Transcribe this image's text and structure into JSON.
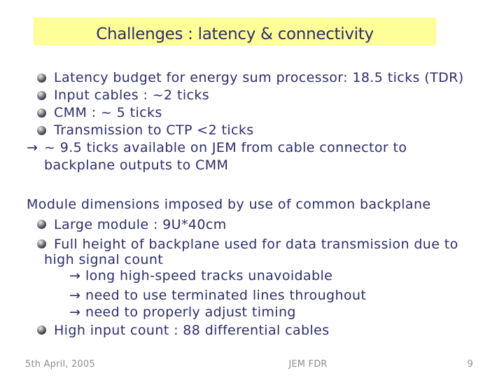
{
  "slide": {
    "title": "Challenges : latency & connectivity",
    "sections": [
      {
        "rows": [
          {
            "type": "b",
            "text": "Latency budget for energy sum processor: 18.5 ticks (TDR)"
          },
          {
            "type": "b",
            "text": "Input cables : ~2 ticks"
          },
          {
            "type": "b",
            "text": "CMM : ~ 5 ticks"
          },
          {
            "type": "b",
            "text": "Transmission to CTP <2 ticks"
          },
          {
            "type": "a1",
            "text": "~ 9.5 ticks available on JEM from cable connector to"
          },
          {
            "type": "c",
            "text": "backplane outputs to CMM"
          }
        ]
      },
      {
        "rows": [
          {
            "type": "h",
            "text": "Module dimensions imposed by use of common backplane"
          },
          {
            "type": "b",
            "text": "Large module : 9U*40cm"
          },
          {
            "type": "b",
            "text": "Full height of backplane used for data transmission due to"
          },
          {
            "type": "c",
            "text": "high signal count"
          },
          {
            "type": "a2",
            "text": "long high-speed tracks unavoidable"
          },
          {
            "type": "a2",
            "text": "need to use terminated lines throughout"
          },
          {
            "type": "a2",
            "text": "need to properly adjust timing"
          },
          {
            "type": "b",
            "text": "High input count : 88 differential cables"
          }
        ]
      }
    ],
    "footer": {
      "date": "5th April, 2005",
      "center": "JEM FDR",
      "page": "9"
    },
    "icons": {
      "arrow_glyph": "→",
      "bullet_icon": "sphere-bullet-icon"
    },
    "colors": {
      "banner_background": "#ffff99",
      "text": "#2d2d6b",
      "footer_text": "#8e8e8e",
      "background": "#ffffff"
    }
  }
}
